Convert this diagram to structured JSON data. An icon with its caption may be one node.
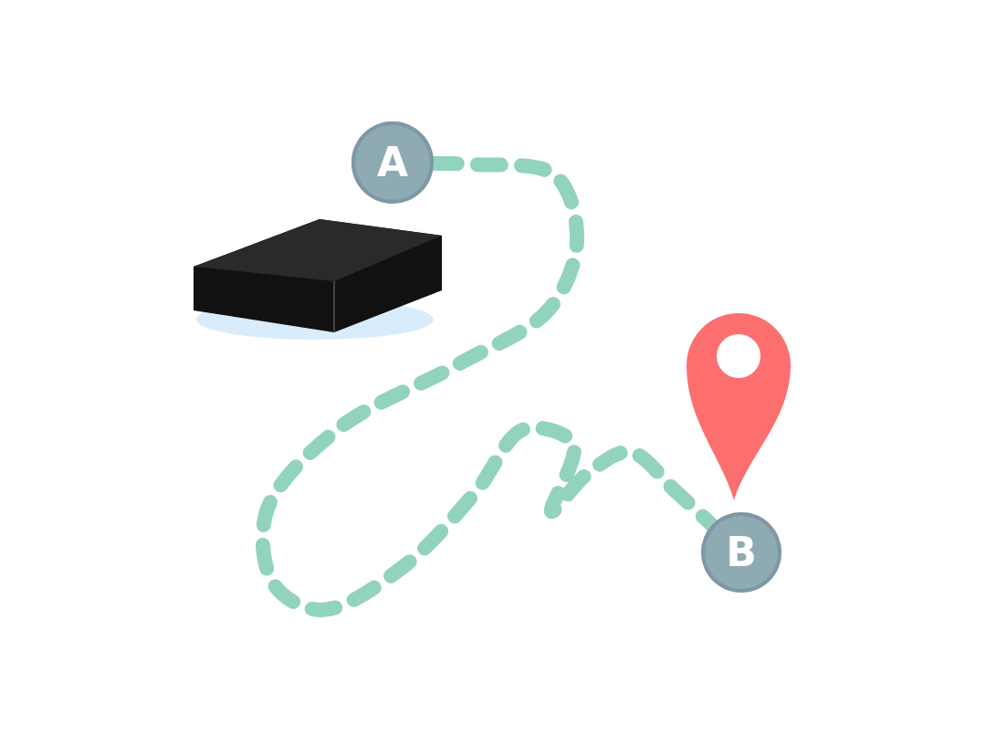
{
  "diagram": {
    "nodes": [
      {
        "text": [
          "A"
        ]
      },
      {
        "text": [
          "B"
        ]
      }
    ],
    "edges": [
      {
        "from": 0,
        "to": 1,
        "arrow": "none",
        "style": "dashed"
      }
    ]
  }
}
